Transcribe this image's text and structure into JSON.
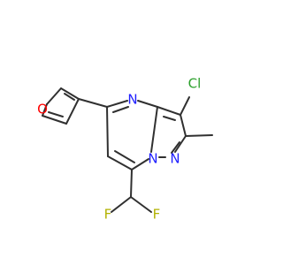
{
  "molecule": {
    "atoms": {
      "cl": "Cl",
      "o": "O",
      "n_pyrimidine": "N",
      "n_bridge": "N",
      "n_pyrazole": "N",
      "f_left": "F",
      "f_right": "F"
    },
    "colors": {
      "carbon_bond": "#303030",
      "chlorine": "#2ca02c",
      "oxygen": "#ff0000",
      "nitrogen": "#1f1fff",
      "fluorine": "#b2b200"
    }
  }
}
